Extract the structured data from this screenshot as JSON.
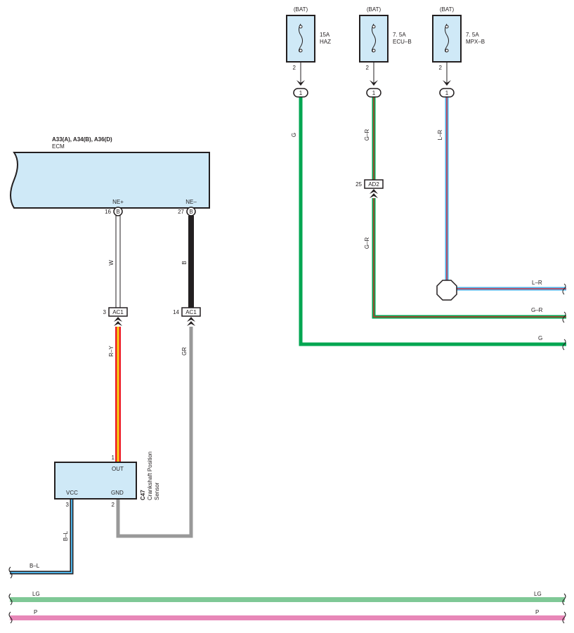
{
  "fuses": [
    {
      "source": "(BAT)",
      "rating": "15A",
      "name": "HAZ",
      "pin": "2",
      "conn": "1",
      "wire": "G"
    },
    {
      "source": "(BAT)",
      "rating": "7. 5A",
      "name": "ECU–B",
      "pin": "2",
      "conn": "1",
      "wire": "G–R"
    },
    {
      "source": "(BAT)",
      "rating": "7. 5A",
      "name": "MPX–B",
      "pin": "2",
      "conn": "1",
      "wire": "L–R"
    }
  ],
  "ecm": {
    "connectors": "A33(A), A34(B), A36(D)",
    "name": "ECM",
    "pins": [
      {
        "label": "NE+",
        "num": "16",
        "conn": "B",
        "wire": "W"
      },
      {
        "label": "NE–",
        "num": "27",
        "conn": "B",
        "wire": "B"
      }
    ]
  },
  "junctions": [
    {
      "num": "3",
      "name": "AC1",
      "wire_below": "R–Y"
    },
    {
      "num": "14",
      "name": "AC1",
      "wire_below": "GR"
    },
    {
      "num": "25",
      "name": "AD2",
      "wire_below": "G–R"
    }
  ],
  "sensor": {
    "code": "C47",
    "name_line1": "Crankshaft Position",
    "name_line2": "Sensor",
    "pins": {
      "out": "OUT",
      "out_num": "1",
      "vcc": "VCC",
      "vcc_num": "3",
      "gnd": "GND",
      "gnd_num": "2"
    },
    "vcc_wire": "B–L"
  },
  "right_wires": {
    "lr": "L–R",
    "gr": "G–R",
    "g": "G"
  },
  "bottom_wires": {
    "bl": "B–L",
    "lg_left": "LG",
    "lg_right": "LG",
    "p_left": "P",
    "p_right": "P"
  },
  "colors": {
    "box_fill": "#cfe9f7",
    "green": "#00a651",
    "red": "#ed1c24",
    "blue": "#4eb3e8",
    "yellow": "#f7d417",
    "gray": "#999999",
    "light_green": "#7fc896",
    "pink": "#e887b8",
    "black": "#231f20"
  }
}
